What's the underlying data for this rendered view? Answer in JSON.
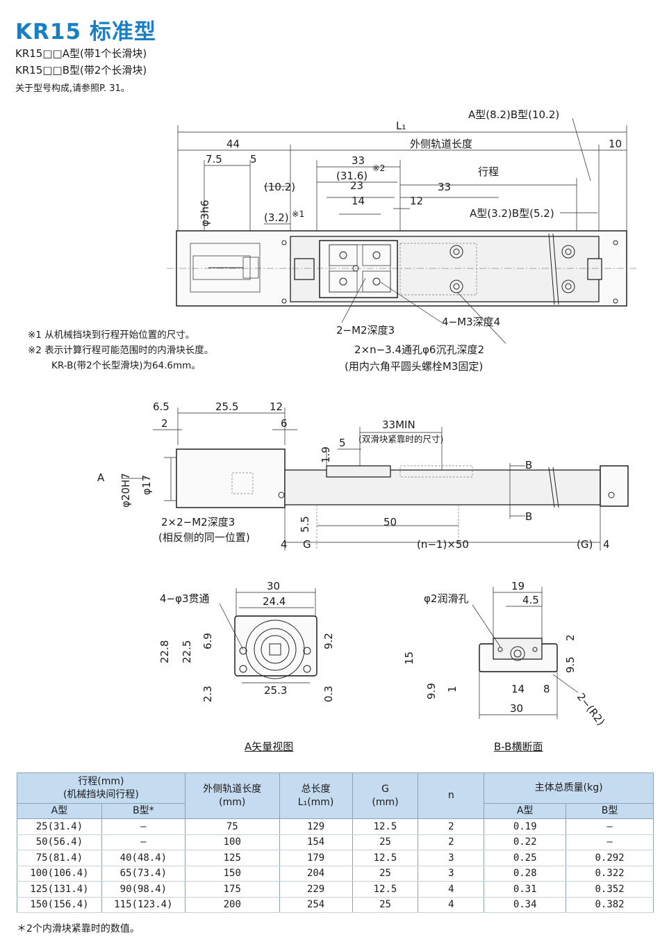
{
  "header": {
    "title": "KR15 标准型",
    "subtitles": [
      "KR15□□A型(带1个长滑块)",
      "KR15□□B型(带2个长滑块)"
    ],
    "reference": "关于型号构成,请参照P. 31。"
  },
  "top_view": {
    "dims": {
      "l1": "L₁",
      "d44": "44",
      "d33": "33",
      "d31_6": "(31.6)",
      "note2": "※2",
      "rail_len": "外侧轨道长度",
      "d10": "10",
      "d7_5": "7.5",
      "d5": "5",
      "d10_2": "(10.2)",
      "d23": "23",
      "stroke": "行程",
      "d33b": "33",
      "d14": "14",
      "d12": "12",
      "d3_2": "(3.2)",
      "note1": "※1",
      "phi3h6": "φ3h6",
      "ab_top": "A型(8.2)B型(10.2)",
      "ab_mid": "A型(3.2)B型(5.2)"
    },
    "callouts": {
      "m2": "2−M2深度3",
      "m3": "4−M3深度4",
      "holes": "2×n−3.4通孔φ6沉孔深度2",
      "holes_note": "(用内六角平圆头螺栓M3固定)"
    }
  },
  "notes": {
    "n1": "※1  从机械挡块到行程开始位置的尺寸。",
    "n2": "※2  表示计算行程可能范围时的内滑块长度。",
    "n2b": "KR-B(带2个长型滑块)为64.6mm。"
  },
  "side_view": {
    "dims": {
      "d6_5": "6.5",
      "d25_5": "25.5",
      "d12": "12",
      "d2": "2",
      "d6": "6",
      "min": "33MIN",
      "min_note": "(双滑块紧靠时的尺寸)",
      "d1_9": "1.9",
      "d5": "5",
      "a": "A",
      "phi20": "φ20H7",
      "phi17": "φ17",
      "b": "B",
      "b2": "B",
      "m2": "2×2−M2深度3",
      "m2_note": "(相反侧的同一位置)",
      "d5_5": "5.5",
      "d50": "50",
      "d4": "4",
      "g": "G",
      "pitch": "(n−1)×50",
      "g2": "(G)",
      "d4b": "4"
    }
  },
  "view_a": {
    "dims": {
      "holes": "4−φ3贯通",
      "d30": "30",
      "d24_4": "24.4",
      "d22_8": "22.8",
      "d22_5": "22.5",
      "d6_9": "6.9",
      "d9_2": "9.2",
      "d2_3": "2.3",
      "d25_3": "25.3",
      "d0_3": "0.3"
    },
    "caption": "A矢量视图"
  },
  "section_bb": {
    "dims": {
      "oil": "φ2润滑孔",
      "d19": "19",
      "d4_5": "4.5",
      "d2": "2",
      "d15": "15",
      "d9_5": "9.5",
      "d9_9": "9.9",
      "d1": "1",
      "d14": "14",
      "d8": "8",
      "d30": "30",
      "r2": "2−(R2)"
    },
    "caption": "B-B横断面"
  },
  "spec_table": {
    "headers": {
      "stroke": "行程(mm)",
      "stroke_sub": "(机械挡块间行程)",
      "a": "A型",
      "b": "B型*",
      "rail": "外侧轨道长度",
      "rail_unit": "(mm)",
      "total": "总长度",
      "total_unit": "L₁(mm)",
      "g": "G",
      "g_unit": "(mm)",
      "n": "n",
      "mass": "主体总质量(kg)",
      "mass_a": "A型",
      "mass_b": "B型"
    },
    "rows": [
      [
        "25(31.4)",
        "—",
        "75",
        "129",
        "12.5",
        "2",
        "0.19",
        "—"
      ],
      [
        "50(56.4)",
        "—",
        "100",
        "154",
        "25",
        "2",
        "0.22",
        "—"
      ],
      [
        "75(81.4)",
        "40(48.4)",
        "125",
        "179",
        "12.5",
        "3",
        "0.25",
        "0.292"
      ],
      [
        "100(106.4)",
        "65(73.4)",
        "150",
        "204",
        "25",
        "3",
        "0.28",
        "0.322"
      ],
      [
        "125(131.4)",
        "90(98.4)",
        "175",
        "229",
        "12.5",
        "4",
        "0.31",
        "0.352"
      ],
      [
        "150(156.4)",
        "115(123.4)",
        "200",
        "254",
        "25",
        "4",
        "0.34",
        "0.382"
      ]
    ]
  },
  "footnote": "＊2个内滑块紧靠时的数值。"
}
